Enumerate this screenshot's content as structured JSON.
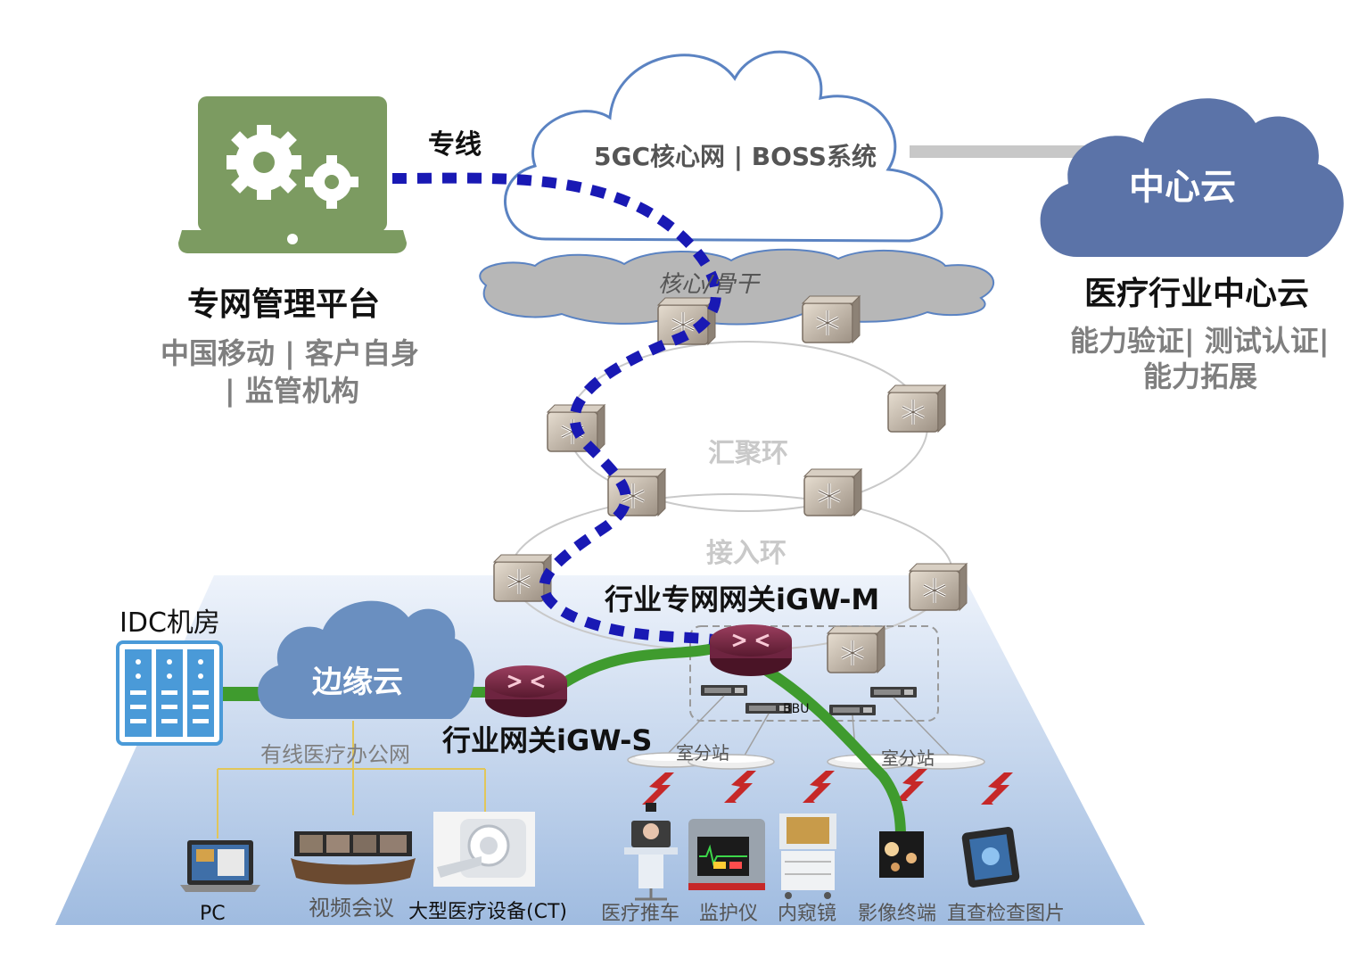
{
  "labels": {
    "dedicated_line": "专线",
    "core_network": "5GC核心网 | BOSS系统",
    "center_cloud": "中心云",
    "core_backbone": "核心/骨干",
    "mgmt_platform_title": "专网管理平台",
    "mgmt_platform_sub1": "中国移动 | 客户自身",
    "mgmt_platform_sub2": "| 监管机构",
    "medical_center_cloud_title": "医疗行业中心云",
    "medical_center_cloud_sub1": "能力验证| 测试认证|",
    "medical_center_cloud_sub2": "能力拓展",
    "aggregation_ring": "汇聚环",
    "access_ring": "接入环",
    "igw_m": "行业专网网关iGW-M",
    "idc_room": "IDC机房",
    "edge_cloud": "边缘云",
    "bbu": "BBU",
    "igw_s": "行业网关iGW-S",
    "wired_office_network": "有线医疗办公网",
    "indoor_station_1": "室分站",
    "indoor_station_2": "室分站"
  },
  "devices": {
    "pc": "PC",
    "video_conference": "视频会议",
    "ct": "大型医疗设备(CT)",
    "medical_cart": "医疗推车",
    "monitor": "监护仪",
    "endoscope": "内窥镜",
    "imaging_terminal": "影像终端",
    "view_images": "直查检查图片"
  },
  "colors": {
    "mgmt_green": "#7c9b61",
    "center_cloud_blue": "#5b73a8",
    "edge_cloud_blue": "#6a8fc0",
    "dedicated_line_blue": "#1919b4",
    "link_green": "#3f9b2e",
    "router_maroon": "#7b2a45",
    "base_plane_top": "#e4edf8",
    "base_plane_bottom": "#9fbbe0",
    "lightning_red": "#b71c1c"
  }
}
